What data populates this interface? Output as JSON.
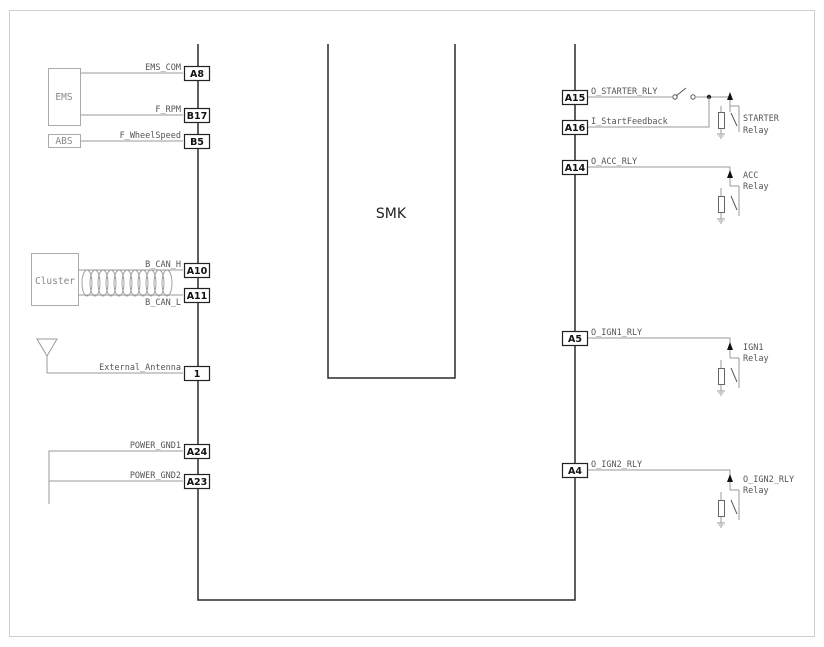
{
  "module": {
    "name": "SMK"
  },
  "components": {
    "ems": "EMS",
    "abs": "ABS",
    "cluster": "Cluster"
  },
  "left_pins": [
    {
      "pin": "A8",
      "signal": "EMS_COM"
    },
    {
      "pin": "B17",
      "signal": "F_RPM"
    },
    {
      "pin": "B5",
      "signal": "F_WheelSpeed"
    },
    {
      "pin": "A10",
      "signal": "B_CAN_H"
    },
    {
      "pin": "A11",
      "signal": "B_CAN_L"
    },
    {
      "pin": "1",
      "signal": "External_Antenna"
    },
    {
      "pin": "A24",
      "signal": "POWER_GND1"
    },
    {
      "pin": "A23",
      "signal": "POWER_GND2"
    }
  ],
  "right_pins": [
    {
      "pin": "A15",
      "signal": "O_STARTER_RLY"
    },
    {
      "pin": "A16",
      "signal": "I_StartFeedback"
    },
    {
      "pin": "A14",
      "signal": "O_ACC_RLY"
    },
    {
      "pin": "A5",
      "signal": "O_IGN1_RLY"
    },
    {
      "pin": "A4",
      "signal": "O_IGN2_RLY"
    }
  ],
  "relays": [
    {
      "name": "STARTER",
      "type": "Relay"
    },
    {
      "name": "ACC",
      "type": "Relay"
    },
    {
      "name": "IGN1",
      "type": "Relay"
    },
    {
      "name": "O_IGN2_RLY",
      "type": "Relay"
    }
  ]
}
